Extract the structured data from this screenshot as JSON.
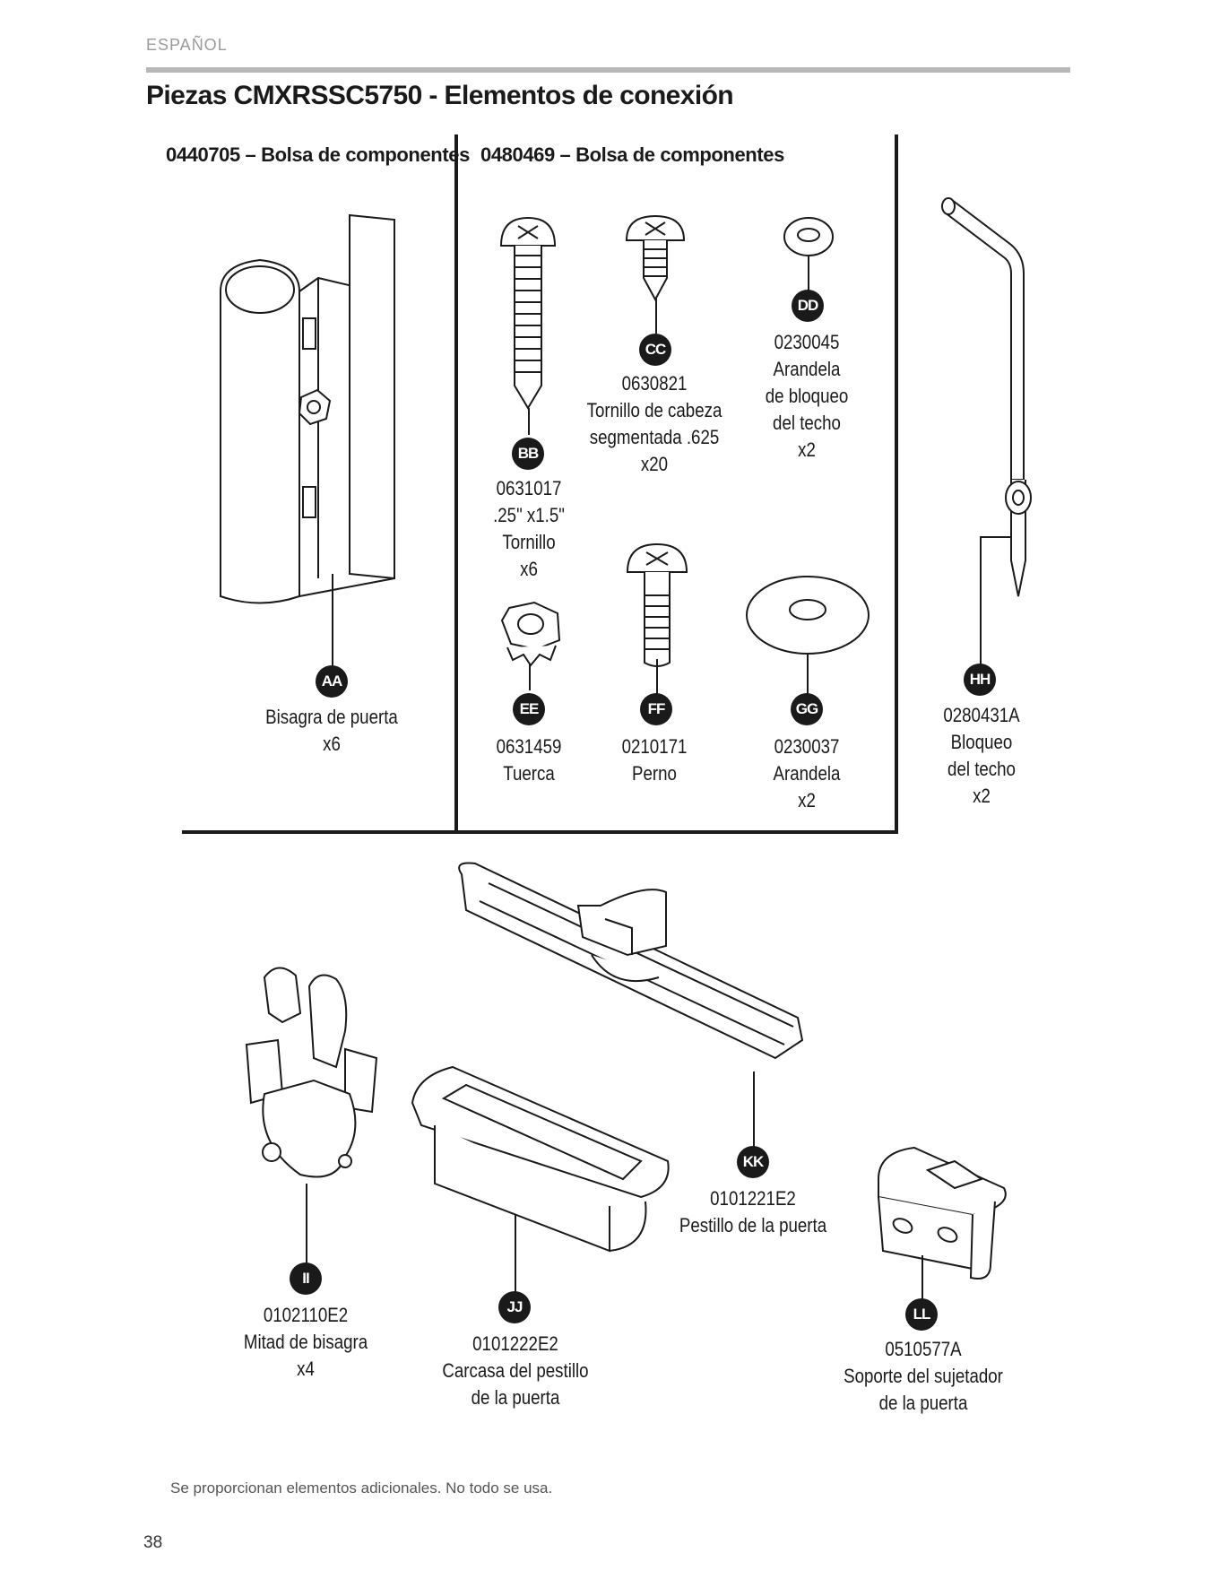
{
  "header": {
    "language": "ESPAÑOL",
    "title": "Piezas CMXRSSC5750 - Elementos de conexión"
  },
  "bags": [
    {
      "title": "0440705 – Bolsa de componentes"
    },
    {
      "title": "0480469 – Bolsa de componentes"
    }
  ],
  "parts": {
    "AA": {
      "label": "AA",
      "lines": [
        "Bisagra de puerta",
        "x6"
      ]
    },
    "BB": {
      "label": "BB",
      "lines": [
        "0631017",
        ".25\" x1.5\"",
        "Tornillo",
        "x6"
      ]
    },
    "CC": {
      "label": "CC",
      "lines": [
        "0630821",
        "Tornillo de cabeza",
        "segmentada .625",
        "x20"
      ]
    },
    "DD": {
      "label": "DD",
      "lines": [
        "0230045",
        "Arandela",
        "de bloqueo",
        "del techo",
        "x2"
      ]
    },
    "EE": {
      "label": "EE",
      "lines": [
        "0631459",
        "Tuerca"
      ]
    },
    "FF": {
      "label": "FF",
      "lines": [
        "0210171",
        "Perno"
      ]
    },
    "GG": {
      "label": "GG",
      "lines": [
        "0230037",
        "Arandela",
        "x2"
      ]
    },
    "HH": {
      "label": "HH",
      "lines": [
        "0280431A",
        "Bloqueo",
        "del techo",
        "x2"
      ]
    },
    "II": {
      "label": "II",
      "lines": [
        "0102110E2",
        "Mitad de bisagra",
        "x4"
      ]
    },
    "JJ": {
      "label": "JJ",
      "lines": [
        "0101222E2",
        "Carcasa del pestillo",
        "de la puerta"
      ]
    },
    "KK": {
      "label": "KK",
      "lines": [
        "0101221E2",
        "Pestillo de la puerta"
      ]
    },
    "LL": {
      "label": "LL",
      "lines": [
        "0510577A",
        "Soporte del sujetador",
        "de la puerta"
      ]
    }
  },
  "footer": {
    "note": "Se proporcionan elementos adicionales. No todo se usa.",
    "page_number": "38"
  }
}
